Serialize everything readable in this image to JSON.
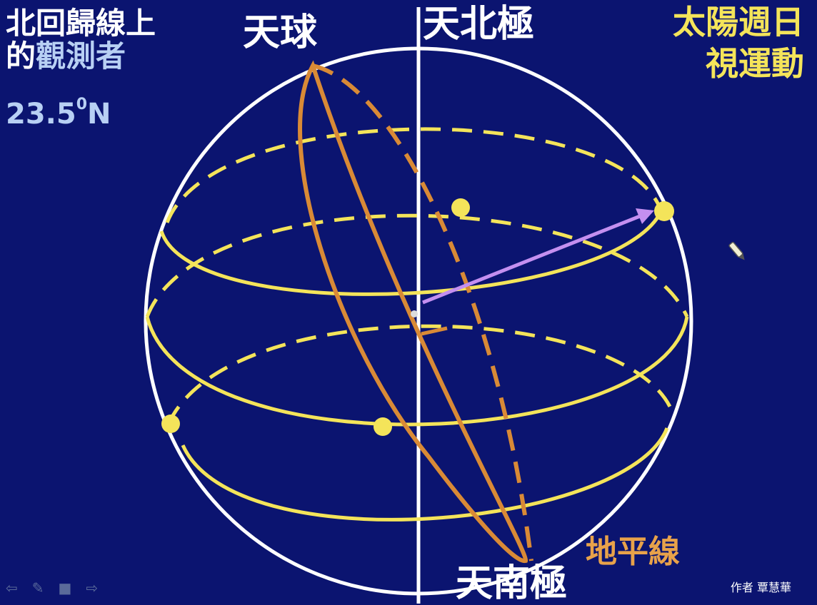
{
  "observer": {
    "line1": "北回歸線上",
    "line2_prefix": "的",
    "line2_main": "觀測者",
    "latitude_value": "23.5",
    "latitude_sup": "0",
    "latitude_dir": "N"
  },
  "labels": {
    "celestial_sphere": "天球",
    "north_celestial_pole": "天北極",
    "south_celestial_pole": "天南極",
    "horizon": "地平線",
    "author": "作者 覃慧華"
  },
  "motion_title": {
    "line1": "太陽週日",
    "line2": "視運動"
  },
  "icons": {
    "toolbar": [
      "arrow-left-icon",
      "pen-icon",
      "slide-icon",
      "arrow-right-icon"
    ],
    "pointer": "pointer-icon"
  },
  "colors": {
    "background": "#0b1470",
    "sphere": "#ffffff",
    "sun_path": "#f4e45a",
    "horizon": "#d98a36",
    "arrow": "#c48ff0",
    "observer_text": "#b8d0f4"
  }
}
